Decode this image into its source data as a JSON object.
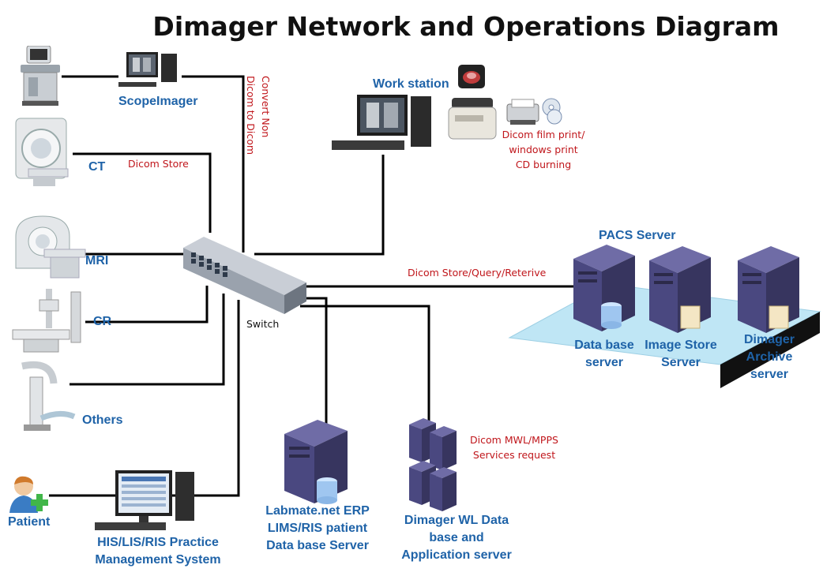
{
  "title": "Dimager Network and Operations Diagram",
  "labels": {
    "scopeimager": "ScopeImager",
    "ct": "CT",
    "mri": "MRI",
    "cr": "CR",
    "others": "Others",
    "patient": "Patient",
    "his_line1": "HIS/LIS/RIS Practice",
    "his_line2": "Management System",
    "workstation": "Work station",
    "pacs": "PACS Server",
    "db_line1": "Data base",
    "db_line2": "server",
    "is_line1": "Image Store",
    "is_line2": "Server",
    "da_line1": "Dimager",
    "da_line2": "Archive",
    "da_line3": "server",
    "lab_line1": "Labmate.net ERP",
    "lab_line2": "LIMS/RIS patient",
    "lab_line3": "Data base Server",
    "wl_line1": "Dimager WL Data",
    "wl_line2": "base and",
    "wl_line3": "Application server",
    "switch": "Switch"
  },
  "annotations": {
    "convert_line1": "Convert Non",
    "convert_line2": "Dicom to Dicom",
    "dicom_store": "Dicom Store",
    "print_line1": "Dicom film print/",
    "print_line2": "windows print",
    "print_line3": "CD burning",
    "query": "Dicom Store/Query/Reterive",
    "mwl_line1": "Dicom MWL/MPPS",
    "mwl_line2": "Services request"
  },
  "colors": {
    "label_blue": "#1f63a8",
    "annotation_red": "#c0161b",
    "server_purple": "#4a4880",
    "wire": "#000000",
    "platform": "#b9e3f3"
  }
}
